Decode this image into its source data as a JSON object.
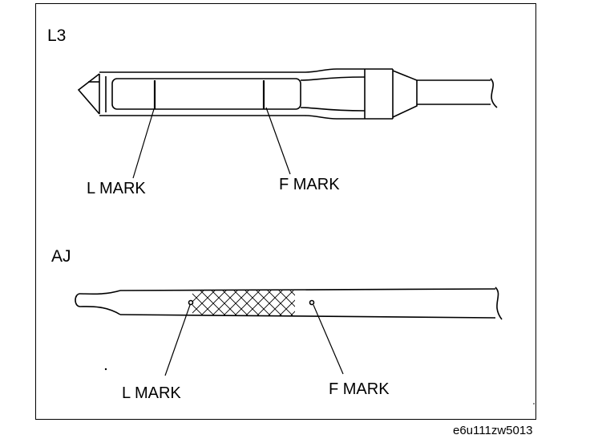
{
  "diagram": {
    "l3": {
      "label": "L3",
      "l_mark_label": "L MARK",
      "f_mark_label": "F MARK"
    },
    "aj": {
      "label": "AJ",
      "l_mark_label": "L MARK",
      "f_mark_label": "F MARK"
    },
    "reference_code": "e6u111zw5013"
  }
}
